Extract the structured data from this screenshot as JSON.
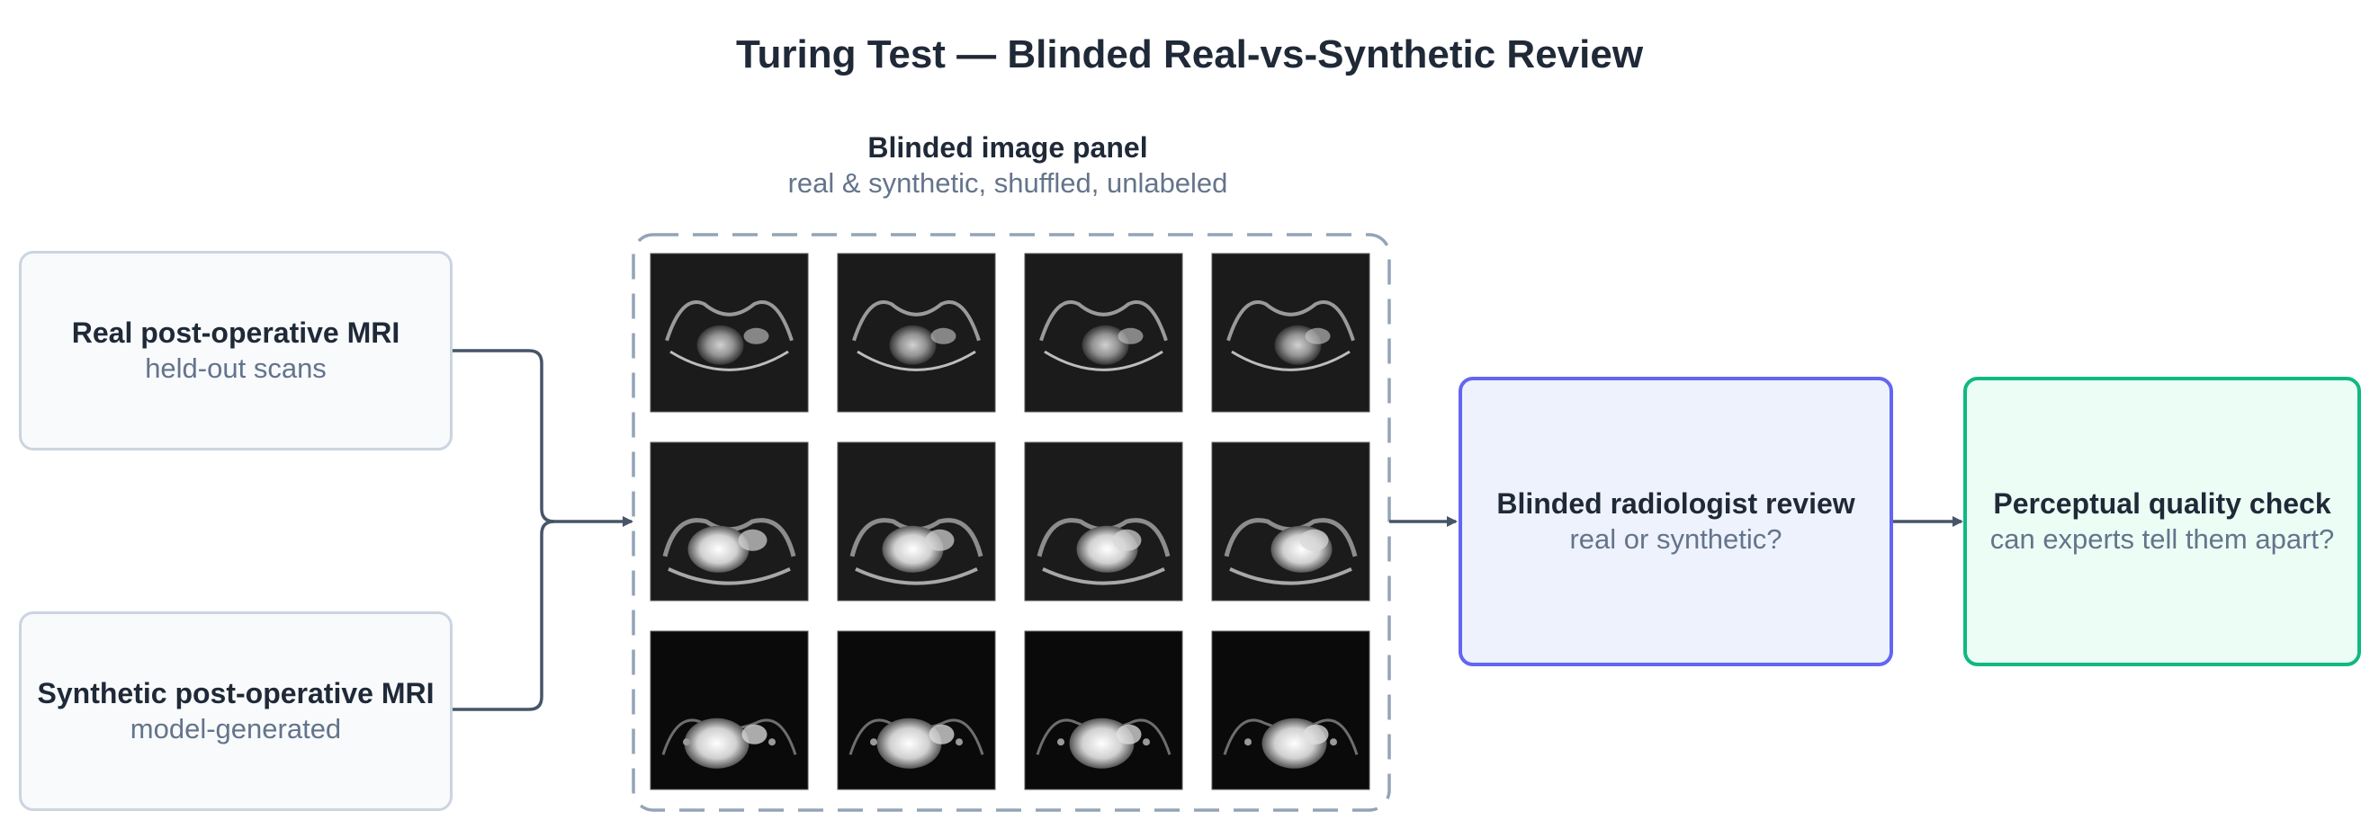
{
  "title": "Turing Test — Blinded Real-vs-Synthetic Review",
  "sources": [
    {
      "heading": "Real post-operative MRI",
      "sub": "held-out scans"
    },
    {
      "heading": "Synthetic post-operative MRI",
      "sub": "model-generated"
    }
  ],
  "panel": {
    "heading": "Blinded image panel",
    "sub": "real & synthetic, shuffled, unlabeled",
    "rows": 3,
    "cols": 4
  },
  "review": {
    "heading": "Blinded radiologist review",
    "sub": "real or synthetic?"
  },
  "quality": {
    "heading": "Perceptual quality check",
    "sub": "can experts tell them apart?"
  },
  "colors": {
    "arrow": "#475569",
    "panel_border": "#94a3b8",
    "review_border": "#6366f1",
    "quality_border": "#10b981"
  }
}
